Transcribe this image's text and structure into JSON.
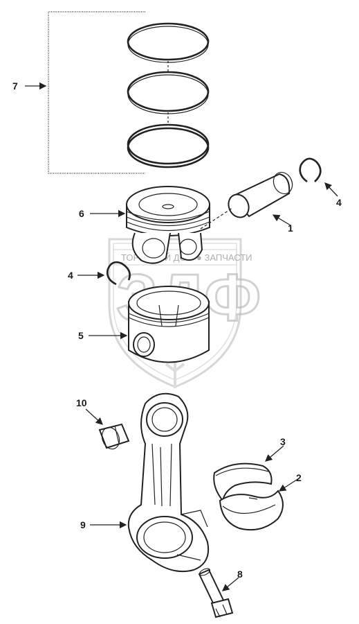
{
  "callouts": {
    "c1": "1",
    "c2": "2",
    "c3": "3",
    "c4a": "4",
    "c4b": "4",
    "c5": "5",
    "c6": "6",
    "c7": "7",
    "c8": "8",
    "c9": "9",
    "c10": "10"
  },
  "watermark": {
    "caption": "ТОРГОВЫЙ ДОМ ● ЗАПЧАСТИ",
    "letters": "ЗДФ"
  },
  "colors": {
    "line": "#222222",
    "watermark": "#b3b3b3"
  }
}
